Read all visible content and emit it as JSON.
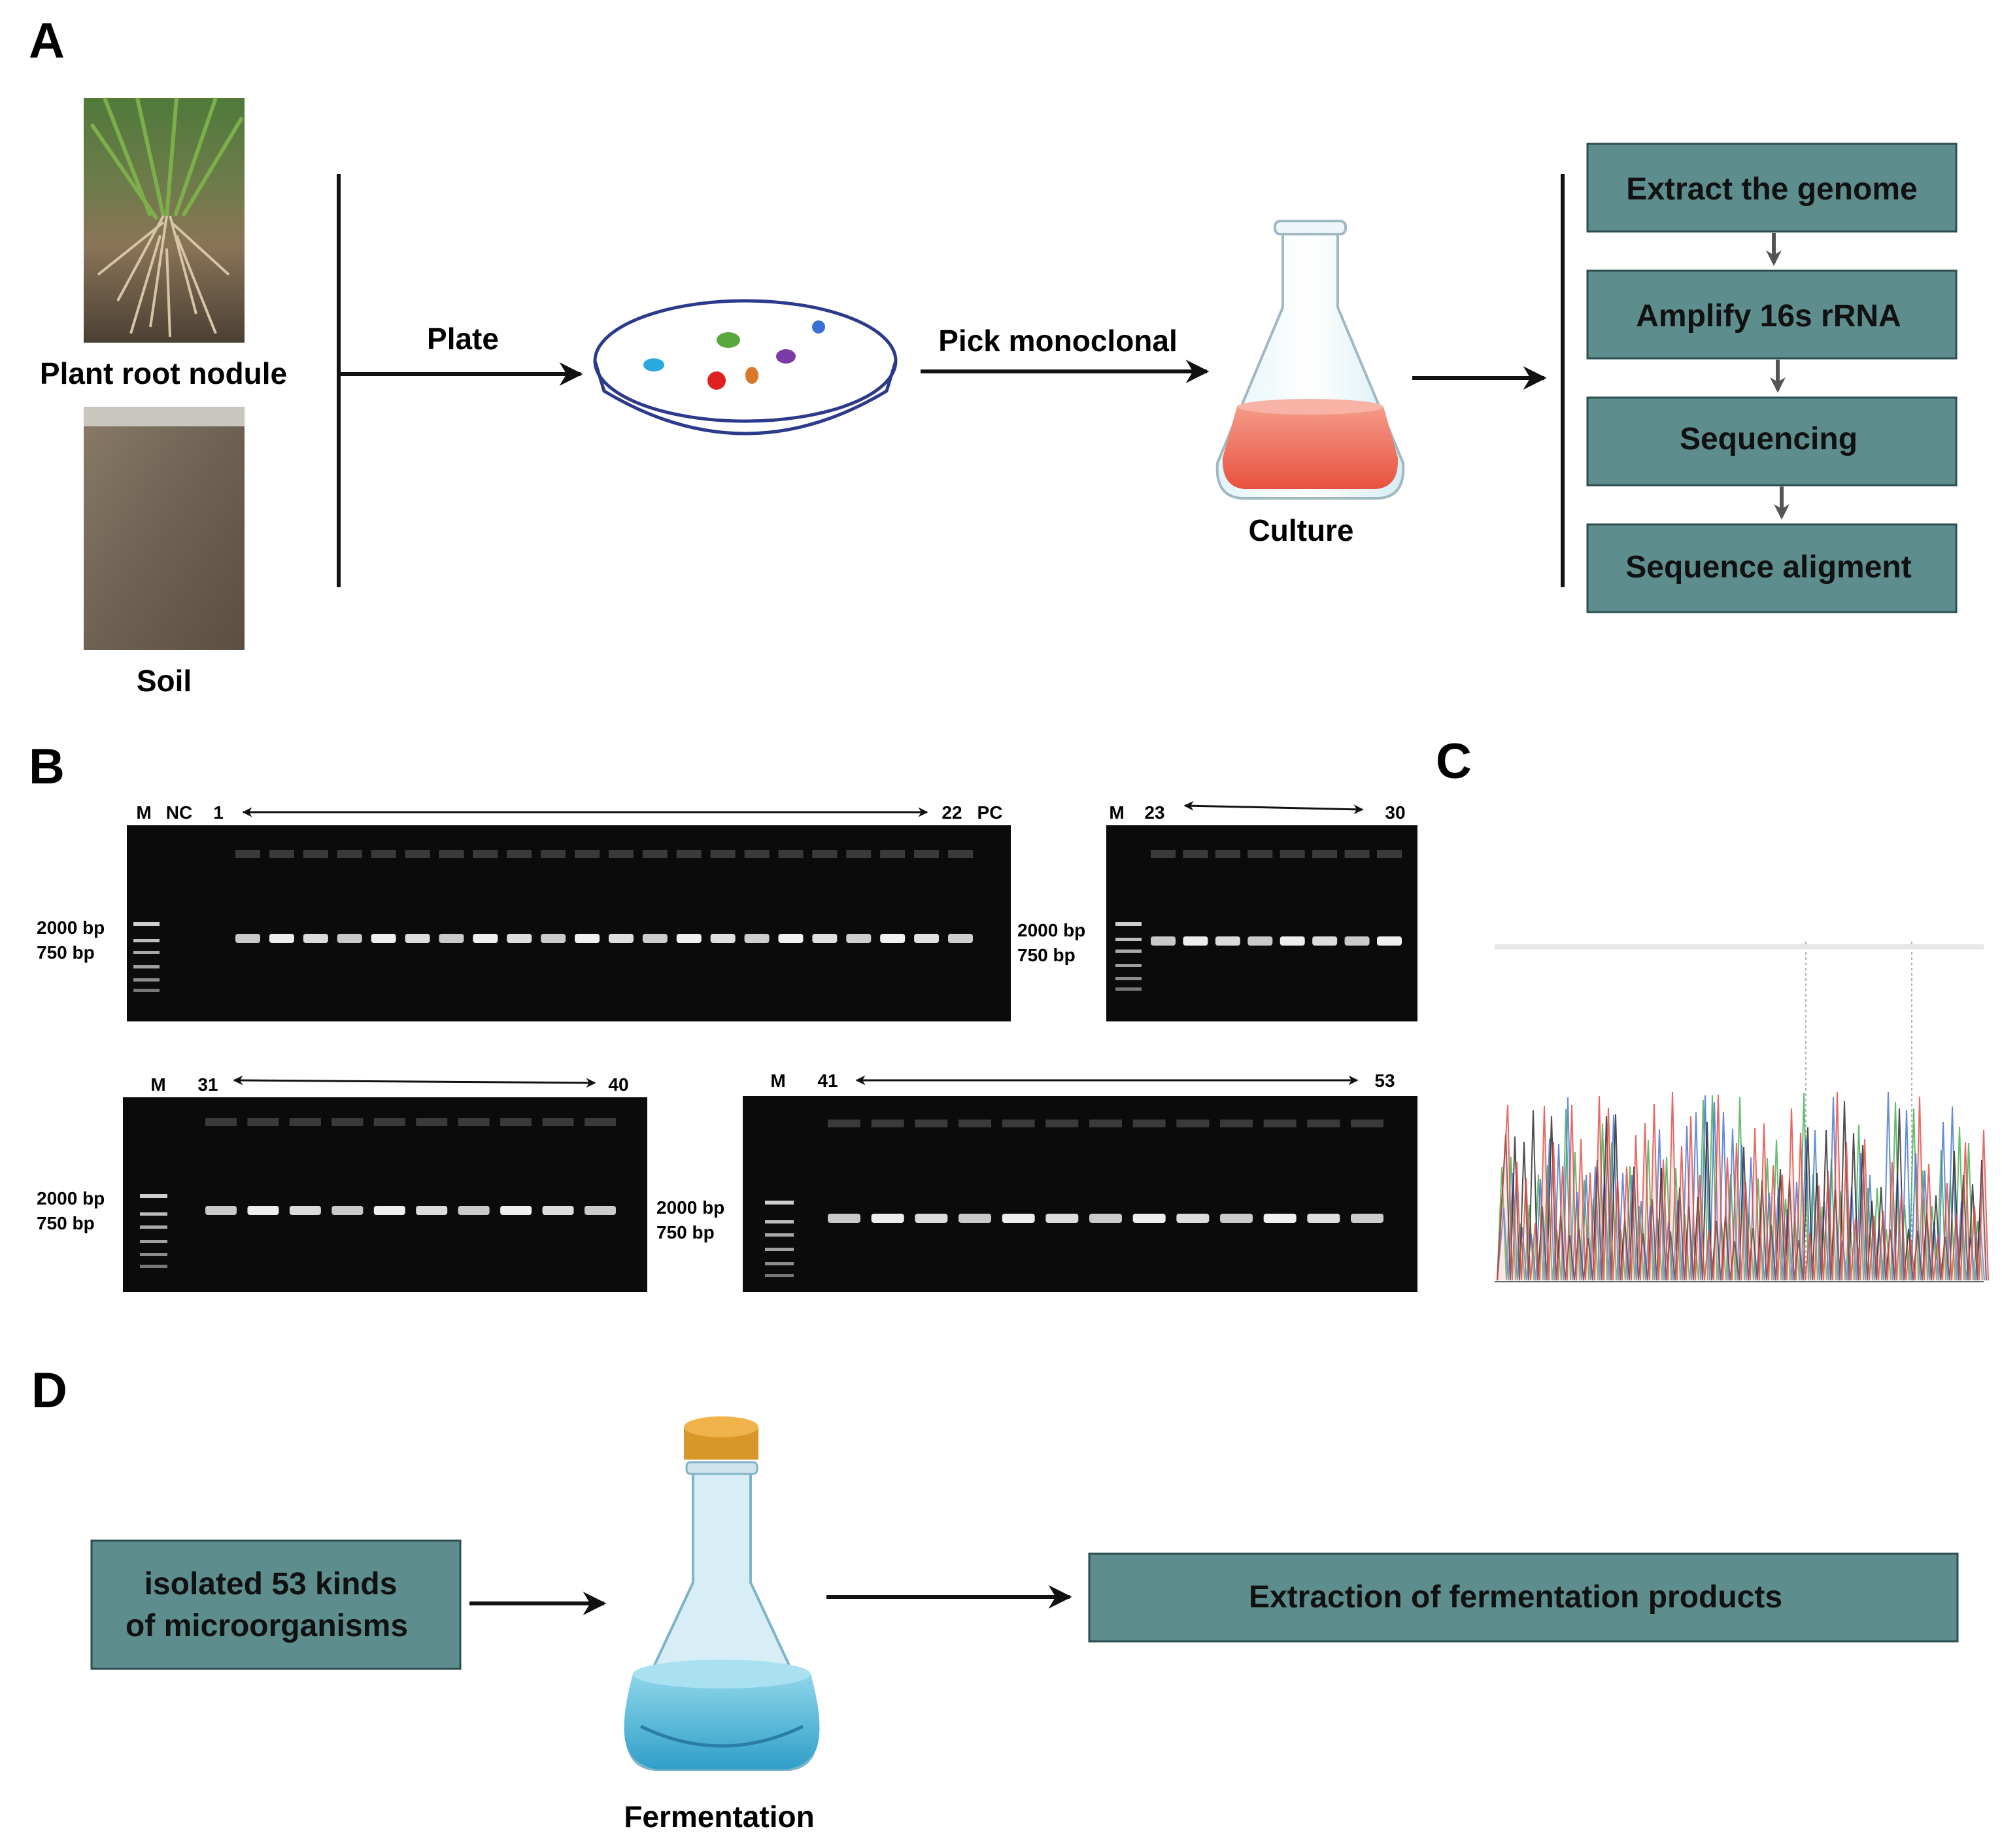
{
  "panels": {
    "a": {
      "label": "A",
      "source_plant": "Plant root nodule",
      "source_soil": "Soil",
      "arrow_plate": "Plate",
      "arrow_pick": "Pick monoclonal",
      "culture": "Culture",
      "steps": [
        "Extract the genome",
        "Amplify 16s rRNA",
        "Sequencing",
        "Sequence aligment"
      ]
    },
    "b": {
      "label": "B",
      "gels": [
        {
          "lanes_left": [
            "M",
            "NC",
            "1"
          ],
          "lanes_right": [
            "22",
            "PC"
          ],
          "band_lanes": 22,
          "markers": [
            "2000 bp",
            "750 bp"
          ]
        },
        {
          "lanes_left": [
            "M",
            "23"
          ],
          "lanes_right": [
            "30"
          ],
          "band_lanes": 8,
          "markers": [
            "2000 bp",
            "750 bp"
          ]
        },
        {
          "lanes_left": [
            "M",
            "31"
          ],
          "lanes_right": [
            "40"
          ],
          "band_lanes": 10,
          "markers": [
            "2000 bp",
            "750 bp"
          ]
        },
        {
          "lanes_left": [
            "M",
            "41"
          ],
          "lanes_right": [
            "53"
          ],
          "band_lanes": 13,
          "markers": [
            "2000 bp",
            "750 bp"
          ]
        }
      ]
    },
    "c": {
      "label": "C"
    },
    "d": {
      "label": "D",
      "input_line1": "isolated 53 kinds",
      "input_line2": "of microorganisms",
      "process": "Fermentation",
      "output": "Extraction of fermentation products"
    }
  },
  "colors": {
    "box_fill": "#5e8d8e",
    "box_border": "#2d4e50",
    "culture_liquid": "#ef6a5c",
    "fermentation_liquid": "#45b6d8",
    "stopper": "#d9972a",
    "gel_bg": "#0b0b0b",
    "chromatogram_a": "#3cab4a",
    "chromatogram_c": "#3f6fd1",
    "chromatogram_g": "#222222",
    "chromatogram_t": "#e0453e"
  }
}
